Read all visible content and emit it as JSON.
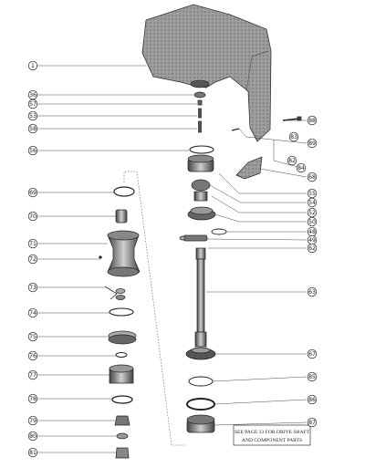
{
  "diagram": {
    "callouts": [
      "1",
      "36",
      "57",
      "53",
      "58",
      "56",
      "55",
      "54",
      "52",
      "50",
      "48",
      "49",
      "62",
      "63",
      "67",
      "85",
      "86",
      "87",
      "88",
      "89",
      "68",
      "69",
      "70",
      "71",
      "72",
      "73",
      "74",
      "75",
      "76",
      "77",
      "78",
      "79",
      "80",
      "81",
      "82",
      "83",
      "84"
    ],
    "note": {
      "line1": "SEE PAGE 33 FOR DRIVE SHAFT",
      "line2": "AND COMPONENT PARTS"
    }
  }
}
